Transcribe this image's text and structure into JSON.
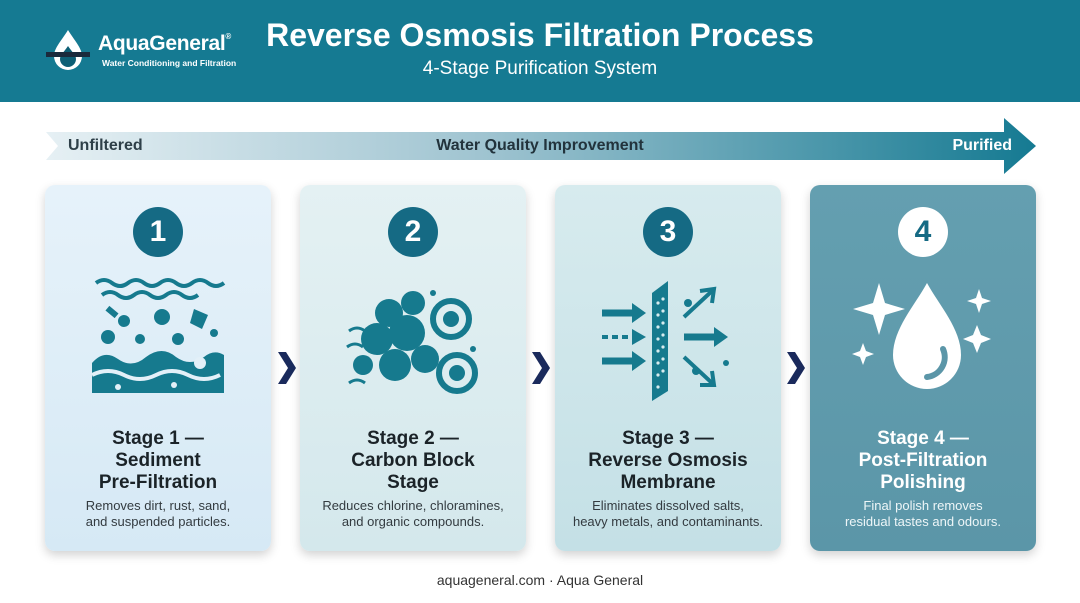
{
  "brand": {
    "name": "AquaGeneral",
    "registered": "®",
    "tagline": "Water Conditioning and Filtration"
  },
  "header": {
    "title": "Reverse Osmosis Filtration Process",
    "subtitle": "4-Stage Purification System"
  },
  "quality_bar": {
    "left_label": "Unfiltered",
    "center_label": "Water Quality Improvement",
    "right_label": "Purified"
  },
  "stages": [
    {
      "number": "1",
      "title": "Stage 1 —\nSediment\nPre-Filtration",
      "description": "Removes dirt, rust, sand,\nand suspended particles.",
      "icon": "sediment-layers-icon"
    },
    {
      "number": "2",
      "title": "Stage 2 —\nCarbon Block\nStage",
      "description": "Reduces chlorine, chloramines,\nand organic compounds.",
      "icon": "carbon-granules-icon"
    },
    {
      "number": "3",
      "title": "Stage 3 —\nReverse Osmosis\nMembrane",
      "description": "Eliminates dissolved salts,\nheavy metals, and contaminants.",
      "icon": "membrane-icon"
    },
    {
      "number": "4",
      "title": "Stage 4 —\nPost-Filtration\nPolishing",
      "description": "Final polish removes\nresidual tastes and odours.",
      "icon": "sparkling-drop-icon"
    }
  ],
  "footer": {
    "text": "aquageneral.com · Aqua General"
  },
  "colors": {
    "header": "#157a92",
    "accent_dark": "#156a84",
    "stage4_card": "#5b9fb2",
    "chevron": "#1a2a5c"
  }
}
